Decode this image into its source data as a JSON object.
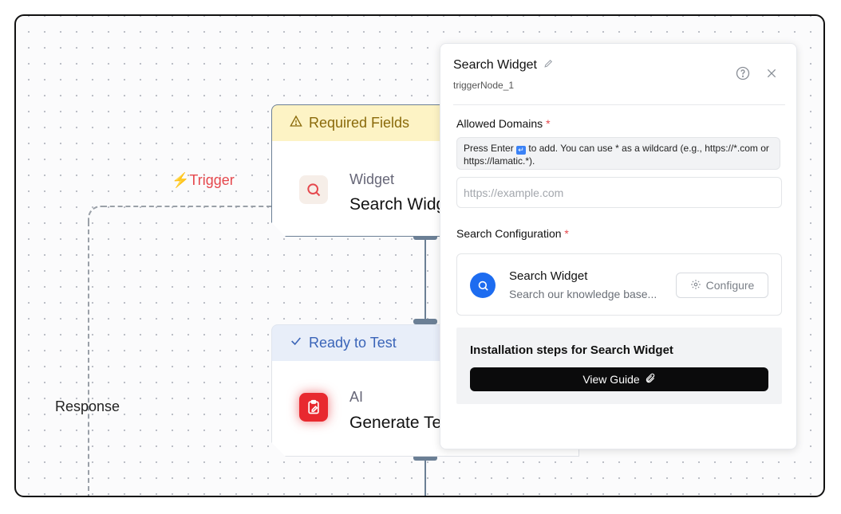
{
  "canvas": {
    "trigger_label": "Trigger",
    "response_label": "Response"
  },
  "nodes": [
    {
      "status": "Required Fields",
      "type": "Widget",
      "title": "Search Widget",
      "icon": "search-icon",
      "status_color": "#fdf3c5"
    },
    {
      "status": "Ready to Test",
      "type": "AI",
      "title": "Generate Text",
      "icon": "clipboard-edit-icon",
      "status_color": "#e8eef9"
    }
  ],
  "panel": {
    "title": "Search Widget",
    "subtitle": "triggerNode_1",
    "allowed_domains": {
      "label": "Allowed Domains",
      "required_mark": "*",
      "hint_pre": "Press Enter",
      "hint_post": "to add. You can use * as a wildcard (e.g., https://*.com or https://lamatic.*).",
      "placeholder": "https://example.com",
      "value": ""
    },
    "search_configuration": {
      "label": "Search Configuration",
      "required_mark": "*",
      "card_title": "Search Widget",
      "card_desc": "Search our knowledge base...",
      "configure_label": "Configure"
    },
    "installation": {
      "title": "Installation steps for Search Widget",
      "button_label": "View Guide"
    }
  },
  "colors": {
    "accent_red": "#e5484d",
    "accent_blue": "#1d6cf0",
    "required_yellow": "#fdf3c5",
    "ready_blue": "#e8eef9"
  }
}
